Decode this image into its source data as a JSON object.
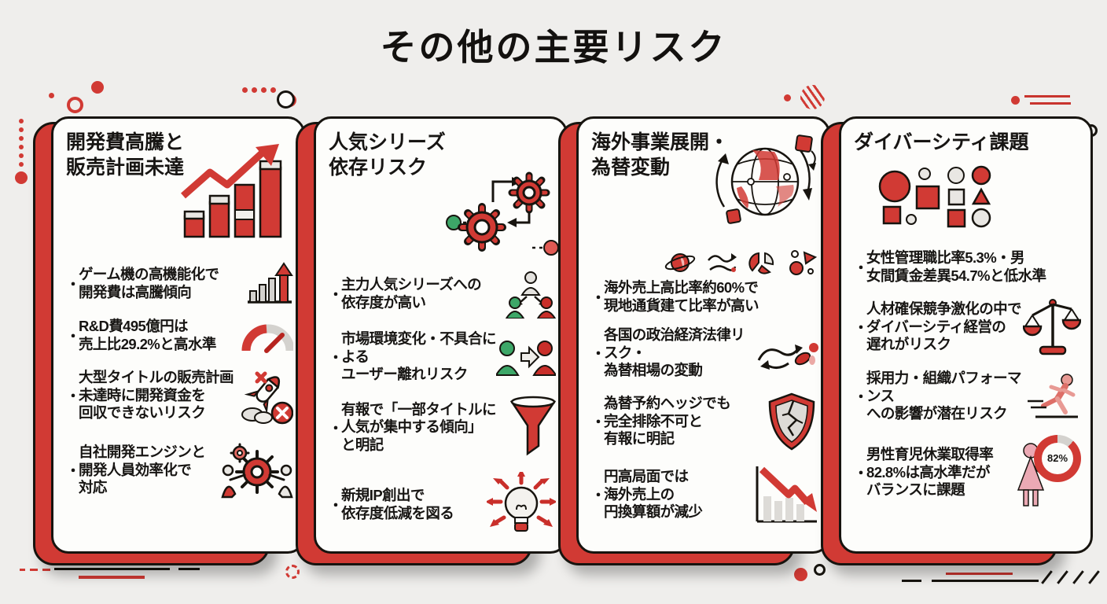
{
  "page": {
    "title": "その他の主要リスク",
    "bg_color": "#efeeec",
    "accent_red": "#d13a34",
    "green": "#3da768",
    "gray": "#d6d4d0"
  },
  "bullet_marker": "・",
  "cards": [
    {
      "title": "開発費高騰と\n販売計画未達",
      "header_icon": "isometric-bar-growth-icon",
      "bullets": [
        {
          "text": "ゲーム機の高機能化で\n開発費は高騰傾向",
          "icon": "bar-chart-up-arrow-icon"
        },
        {
          "text": "R&D費495億円は\n売上比29.2%と高水準",
          "icon": "gauge-icon"
        },
        {
          "text": "大型タイトルの販売計画\n未達時に開発資金を\n回収できないリスク",
          "icon": "rocket-failure-icon"
        },
        {
          "text": "自社開発エンジンと\n開発人員効率化で\n対応",
          "icon": "gears-teamwork-icon"
        }
      ]
    },
    {
      "title": "人気シリーズ\n依存リスク",
      "header_icon": "gears-flow-icon",
      "bullets": [
        {
          "text": "主力人気シリーズへの\n依存度が高い",
          "icon": "people-dependency-icon"
        },
        {
          "text": "市場環境変化・不具合による\nユーザー離れリスク",
          "icon": "user-churn-icon"
        },
        {
          "text": "有報で「一部タイトルに\n人気が集中する傾向」\nと明記",
          "icon": "funnel-icon"
        },
        {
          "text": "新規IP創出で\n依存度低減を図る",
          "icon": "lightbulb-ideas-icon"
        }
      ]
    },
    {
      "title": "海外事業展開・\n為替変動",
      "header_icon": "globe-network-icon",
      "bullets": [
        {
          "text": "海外売上高比率約60%で\n現地通貨建て比率が高い",
          "icon": ""
        },
        {
          "text": "各国の政治経済法律リスク・\n為替相場の変動",
          "icon": "currency-swirl-icon"
        },
        {
          "text": "為替予約ヘッジでも\n完全排除不可と\n有報に明記",
          "icon": "cracked-shield-icon"
        },
        {
          "text": "円高局面では\n海外売上の\n円換算額が減少",
          "icon": "declining-chart-icon"
        }
      ]
    },
    {
      "title": "ダイバーシティ課題",
      "header_icon": "diversity-shapes-icon",
      "bullets": [
        {
          "text": "女性管理職比率5.3%・男\n女間賃金差異54.7%と低水準",
          "icon": ""
        },
        {
          "text": "人材確保競争激化の中で\nダイバーシティ経営の\n遅れがリスク",
          "icon": "balance-scale-icon"
        },
        {
          "text": "採用力・組織パフォーマンス\nへの影響が潜在リスク",
          "icon": "runner-icon"
        },
        {
          "text": "男性育児休業取得率\n82.8%は高水準だが\nバランスに課題",
          "icon": "donut-82-mother-icon"
        }
      ]
    }
  ],
  "donut_label": "82%"
}
